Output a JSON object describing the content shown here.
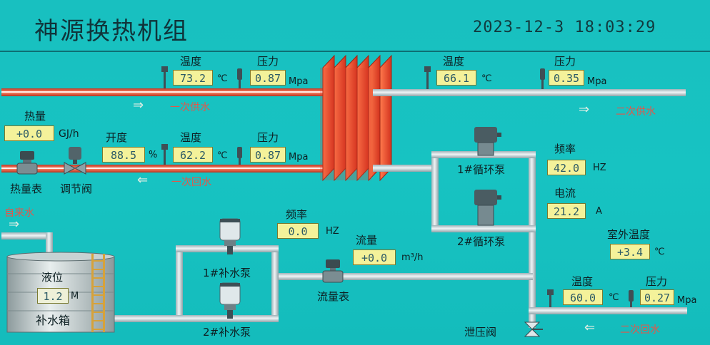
{
  "header": {
    "title": "神源换热机组",
    "datetime": "2023-12-3  18:03:29"
  },
  "primary_supply": {
    "temp_label": "温度",
    "temp_value": "73.2",
    "temp_unit": "℃",
    "pressure_label": "压力",
    "pressure_value": "0.87",
    "pressure_unit": "Mpa",
    "line_label": "一次供水"
  },
  "primary_return": {
    "opening_label": "开度",
    "opening_value": "88.5",
    "opening_unit": "%",
    "temp_label": "温度",
    "temp_value": "62.2",
    "temp_unit": "℃",
    "pressure_label": "压力",
    "pressure_value": "0.87",
    "pressure_unit": "Mpa",
    "line_label": "一次回水"
  },
  "heat": {
    "label": "热量",
    "value": "+0.0",
    "unit": "GJ/h",
    "meter_label": "热量表",
    "valve_label": "调节阀"
  },
  "secondary_supply": {
    "temp_label": "温度",
    "temp_value": "66.1",
    "temp_unit": "℃",
    "pressure_label": "压力",
    "pressure_value": "0.35",
    "pressure_unit": "Mpa",
    "line_label": "二次供水"
  },
  "circ_pumps": {
    "pump1_label": "1#循环泵",
    "pump2_label": "2#循环泵",
    "freq_label": "频率",
    "freq_value": "42.0",
    "freq_unit": "HZ",
    "current_label": "电流",
    "current_value": "21.2",
    "current_unit": "A"
  },
  "outdoor": {
    "label": "室外温度",
    "value": "+3.4",
    "unit": "℃"
  },
  "makeup": {
    "freq_label": "频率",
    "freq_value": "0.0",
    "freq_unit": "HZ",
    "pump1_label": "1#补水泵",
    "pump2_label": "2#补水泵",
    "flow_label": "流量",
    "flow_value": "+0.0",
    "flow_unit": "m³/h",
    "flow_meter_label": "流量表"
  },
  "tank": {
    "inlet_label": "自来水",
    "level_label": "液位",
    "level_value": "1.2",
    "level_unit": "M",
    "name": "补水箱"
  },
  "secondary_return": {
    "temp_label": "温度",
    "temp_value": "60.0",
    "temp_unit": "℃",
    "pressure_label": "压力",
    "pressure_value": "0.27",
    "pressure_unit": "Mpa",
    "line_label": "二次回水"
  },
  "relief_valve": {
    "label": "泄压阀"
  },
  "arrows": {
    "right": "⇒",
    "left": "⇐"
  },
  "colors": {
    "background": "#17c3c2",
    "hot_pipe": "#e8563e",
    "cold_pipe": "#c8d4d8",
    "value_box": "#f4f29a",
    "red_text": "#e2574a"
  }
}
